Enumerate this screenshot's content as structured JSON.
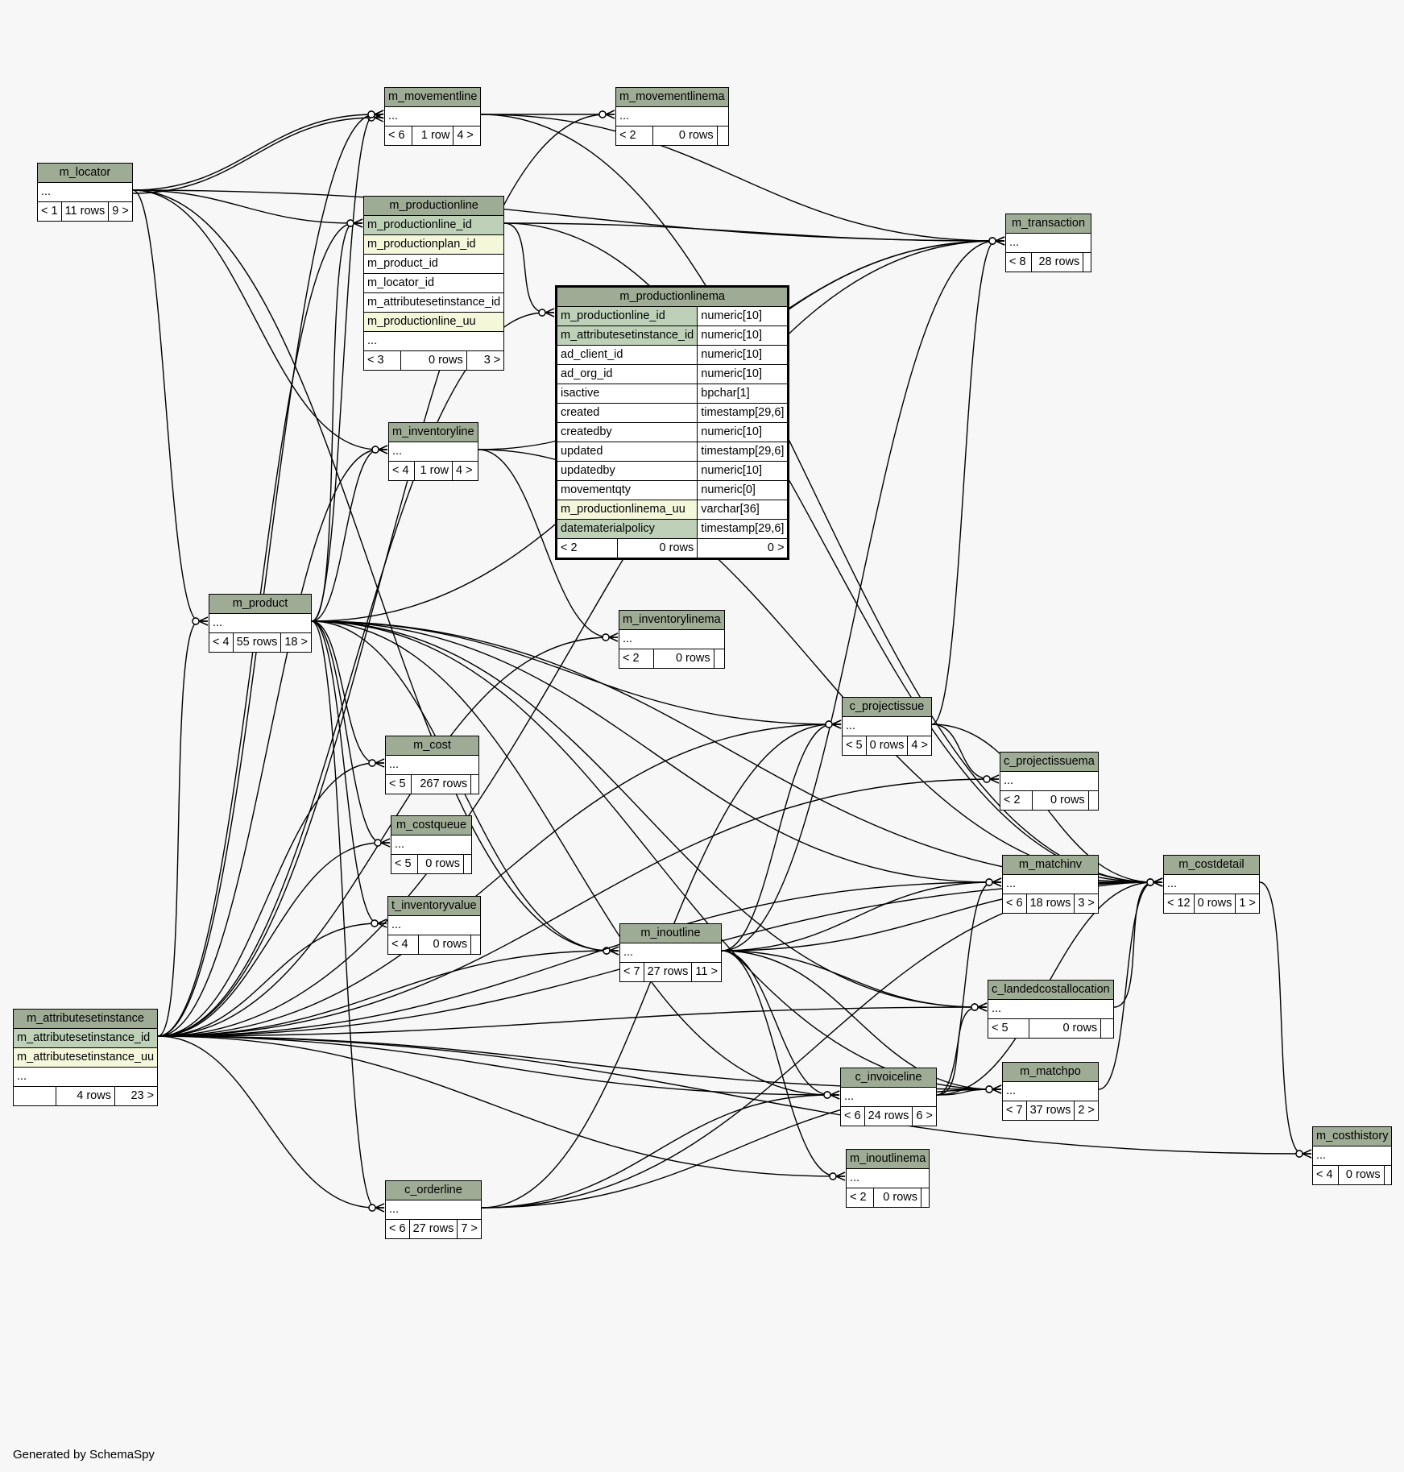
{
  "footer": "Generated by SchemaSpy",
  "colors": {
    "background": "#f7f7f7",
    "header": "#9eab95",
    "primary_key": "#bed1b8",
    "unique": "#f4f7da",
    "edge": "#000000"
  },
  "tables": {
    "m_locator": {
      "name": "m_locator",
      "rows": [
        "..."
      ],
      "foot": [
        "< 1",
        "11 rows",
        "9 >"
      ]
    },
    "m_movementline": {
      "name": "m_movementline",
      "rows": [
        "..."
      ],
      "foot": [
        "< 6",
        "1 row",
        "4 >"
      ]
    },
    "m_movementlinema": {
      "name": "m_movementlinema",
      "rows": [
        "..."
      ],
      "foot": [
        "< 2",
        "0 rows",
        ""
      ]
    },
    "m_productionline": {
      "name": "m_productionline",
      "rows": [
        "m_productionline_id",
        "m_productionplan_id",
        "m_product_id",
        "m_locator_id",
        "m_attributesetinstance_id",
        "m_productionline_uu",
        "..."
      ],
      "foot": [
        "< 3",
        "0 rows",
        "3 >"
      ]
    },
    "m_transaction": {
      "name": "m_transaction",
      "rows": [
        "..."
      ],
      "foot": [
        "< 8",
        "28 rows",
        ""
      ]
    },
    "m_productionlinema": {
      "name": "m_productionlinema",
      "columns": [
        {
          "name": "m_productionline_id",
          "type": "numeric[10]"
        },
        {
          "name": "m_attributesetinstance_id",
          "type": "numeric[10]"
        },
        {
          "name": "ad_client_id",
          "type": "numeric[10]"
        },
        {
          "name": "ad_org_id",
          "type": "numeric[10]"
        },
        {
          "name": "isactive",
          "type": "bpchar[1]"
        },
        {
          "name": "created",
          "type": "timestamp[29,6]"
        },
        {
          "name": "createdby",
          "type": "numeric[10]"
        },
        {
          "name": "updated",
          "type": "timestamp[29,6]"
        },
        {
          "name": "updatedby",
          "type": "numeric[10]"
        },
        {
          "name": "movementqty",
          "type": "numeric[0]"
        },
        {
          "name": "m_productionlinema_uu",
          "type": "varchar[36]"
        },
        {
          "name": "datematerialpolicy",
          "type": "timestamp[29,6]"
        }
      ],
      "foot": [
        "< 2",
        "0 rows",
        "0 >"
      ]
    },
    "m_inventoryline": {
      "name": "m_inventoryline",
      "rows": [
        "..."
      ],
      "foot": [
        "< 4",
        "1 row",
        "4 >"
      ]
    },
    "m_product": {
      "name": "m_product",
      "rows": [
        "..."
      ],
      "foot": [
        "< 4",
        "55 rows",
        "18 >"
      ]
    },
    "m_inventorylinema": {
      "name": "m_inventorylinema",
      "rows": [
        "..."
      ],
      "foot": [
        "< 2",
        "0 rows",
        ""
      ]
    },
    "c_projectissue": {
      "name": "c_projectissue",
      "rows": [
        "..."
      ],
      "foot": [
        "< 5",
        "0 rows",
        "4 >"
      ]
    },
    "m_cost": {
      "name": "m_cost",
      "rows": [
        "..."
      ],
      "foot": [
        "< 5",
        "267 rows",
        ""
      ]
    },
    "c_projectissuema": {
      "name": "c_projectissuema",
      "rows": [
        "..."
      ],
      "foot": [
        "< 2",
        "0 rows",
        ""
      ]
    },
    "m_costqueue": {
      "name": "m_costqueue",
      "rows": [
        "..."
      ],
      "foot": [
        "< 5",
        "0 rows",
        ""
      ]
    },
    "m_matchinv": {
      "name": "m_matchinv",
      "rows": [
        "..."
      ],
      "foot": [
        "< 6",
        "18 rows",
        "3 >"
      ]
    },
    "m_costdetail": {
      "name": "m_costdetail",
      "rows": [
        "..."
      ],
      "foot": [
        "< 12",
        "0 rows",
        "1 >"
      ]
    },
    "t_inventoryvalue": {
      "name": "t_inventoryvalue",
      "rows": [
        "..."
      ],
      "foot": [
        "< 4",
        "0 rows",
        ""
      ]
    },
    "m_inoutline": {
      "name": "m_inoutline",
      "rows": [
        "..."
      ],
      "foot": [
        "< 7",
        "27 rows",
        "11 >"
      ]
    },
    "c_landedcostallocation": {
      "name": "c_landedcostallocation",
      "rows": [
        "..."
      ],
      "foot": [
        "< 5",
        "0 rows",
        ""
      ]
    },
    "m_attributesetinstance": {
      "name": "m_attributesetinstance",
      "rows": [
        "m_attributesetinstance_id",
        "m_attributesetinstance_uu",
        "..."
      ],
      "foot": [
        "",
        "4 rows",
        "23 >"
      ]
    },
    "m_matchpo": {
      "name": "m_matchpo",
      "rows": [
        "..."
      ],
      "foot": [
        "< 7",
        "37 rows",
        "2 >"
      ]
    },
    "c_invoiceline": {
      "name": "c_invoiceline",
      "rows": [
        "..."
      ],
      "foot": [
        "< 6",
        "24 rows",
        "6 >"
      ]
    },
    "m_costhistory": {
      "name": "m_costhistory",
      "rows": [
        "..."
      ],
      "foot": [
        "< 4",
        "0 rows",
        ""
      ]
    },
    "m_inoutlinema": {
      "name": "m_inoutlinema",
      "rows": [
        "..."
      ],
      "foot": [
        "< 2",
        "0 rows",
        ""
      ]
    },
    "c_orderline": {
      "name": "c_orderline",
      "rows": [
        "..."
      ],
      "foot": [
        "< 6",
        "27 rows",
        "7 >"
      ]
    }
  },
  "relationships": [
    [
      "m_locator",
      "m_movementline"
    ],
    [
      "m_locator",
      "m_movementline"
    ],
    [
      "m_locator",
      "m_productionline"
    ],
    [
      "m_locator",
      "m_inventoryline"
    ],
    [
      "m_locator",
      "m_transaction"
    ],
    [
      "m_locator",
      "m_product"
    ],
    [
      "m_locator",
      "m_inoutline"
    ],
    [
      "m_movementline",
      "m_movementlinema"
    ],
    [
      "m_movementline",
      "m_transaction"
    ],
    [
      "m_movementline",
      "m_costdetail"
    ],
    [
      "m_productionline",
      "m_productionlinema"
    ],
    [
      "m_productionline",
      "m_transaction"
    ],
    [
      "m_productionline",
      "m_costdetail"
    ],
    [
      "m_inventoryline",
      "m_inventorylinema"
    ],
    [
      "m_inventoryline",
      "m_transaction"
    ],
    [
      "m_inventoryline",
      "m_costdetail"
    ],
    [
      "m_product",
      "m_movementline"
    ],
    [
      "m_product",
      "m_productionline"
    ],
    [
      "m_product",
      "m_inventoryline"
    ],
    [
      "m_product",
      "m_transaction"
    ],
    [
      "m_product",
      "m_cost"
    ],
    [
      "m_product",
      "m_costqueue"
    ],
    [
      "m_product",
      "t_inventoryvalue"
    ],
    [
      "m_product",
      "m_inoutline"
    ],
    [
      "m_product",
      "c_projectissue"
    ],
    [
      "m_product",
      "m_matchinv"
    ],
    [
      "m_product",
      "c_landedcostallocation"
    ],
    [
      "m_product",
      "m_matchpo"
    ],
    [
      "m_product",
      "c_invoiceline"
    ],
    [
      "m_product",
      "c_orderline"
    ],
    [
      "m_product",
      "m_costdetail"
    ],
    [
      "m_attributesetinstance",
      "m_movementline"
    ],
    [
      "m_attributesetinstance",
      "m_movementlinema"
    ],
    [
      "m_attributesetinstance",
      "m_productionline"
    ],
    [
      "m_attributesetinstance",
      "m_productionlinema"
    ],
    [
      "m_attributesetinstance",
      "m_inventoryline"
    ],
    [
      "m_attributesetinstance",
      "m_inventorylinema"
    ],
    [
      "m_attributesetinstance",
      "m_product"
    ],
    [
      "m_attributesetinstance",
      "m_cost"
    ],
    [
      "m_attributesetinstance",
      "m_costqueue"
    ],
    [
      "m_attributesetinstance",
      "t_inventoryvalue"
    ],
    [
      "m_attributesetinstance",
      "m_inoutline"
    ],
    [
      "m_attributesetinstance",
      "c_projectissue"
    ],
    [
      "m_attributesetinstance",
      "c_projectissuema"
    ],
    [
      "m_attributesetinstance",
      "m_matchinv"
    ],
    [
      "m_attributesetinstance",
      "m_costdetail"
    ],
    [
      "m_attributesetinstance",
      "c_landedcostallocation"
    ],
    [
      "m_attributesetinstance",
      "m_matchpo"
    ],
    [
      "m_attributesetinstance",
      "c_invoiceline"
    ],
    [
      "m_attributesetinstance",
      "m_inoutlinema"
    ],
    [
      "m_attributesetinstance",
      "c_orderline"
    ],
    [
      "m_attributesetinstance",
      "m_costhistory"
    ],
    [
      "m_attributesetinstance",
      "m_transaction"
    ],
    [
      "m_inoutline",
      "c_projectissue"
    ],
    [
      "m_inoutline",
      "m_matchinv"
    ],
    [
      "m_inoutline",
      "c_landedcostallocation"
    ],
    [
      "m_inoutline",
      "m_matchpo"
    ],
    [
      "m_inoutline",
      "c_invoiceline"
    ],
    [
      "m_inoutline",
      "m_inoutlinema"
    ],
    [
      "m_inoutline",
      "m_transaction"
    ],
    [
      "m_inoutline",
      "m_costdetail"
    ],
    [
      "c_projectissue",
      "c_projectissuema"
    ],
    [
      "c_projectissue",
      "m_transaction"
    ],
    [
      "c_projectissue",
      "m_costdetail"
    ],
    [
      "m_matchinv",
      "m_costdetail"
    ],
    [
      "m_costdetail",
      "m_costhistory"
    ],
    [
      "c_invoiceline",
      "m_matchinv"
    ],
    [
      "c_invoiceline",
      "c_landedcostallocation"
    ],
    [
      "c_invoiceline",
      "m_matchpo"
    ],
    [
      "c_invoiceline",
      "m_costdetail"
    ],
    [
      "c_orderline",
      "m_matchpo"
    ],
    [
      "c_orderline",
      "c_invoiceline"
    ],
    [
      "c_orderline",
      "m_costdetail"
    ],
    [
      "c_orderline",
      "c_projectissue"
    ],
    [
      "c_landedcostallocation",
      "m_costdetail"
    ],
    [
      "m_matchpo",
      "m_costdetail"
    ]
  ]
}
